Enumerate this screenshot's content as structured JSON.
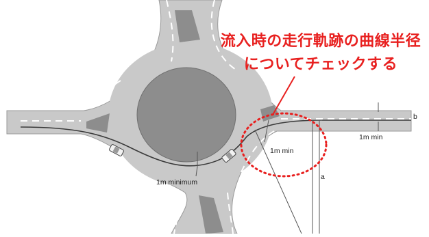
{
  "annotation": {
    "line1": "流入時の走行軌跡の曲線半径",
    "line2": "についてチェックする"
  },
  "labels": {
    "min_left": "1m minimum",
    "min_mid": "1m min",
    "min_right": "1m min",
    "dim_a": "a",
    "dim_b": "b"
  },
  "colors": {
    "road": "#c9c9c9",
    "island": "#8d8d8d",
    "lane_mark": "#ffffff",
    "highlight": "#e8201f"
  }
}
